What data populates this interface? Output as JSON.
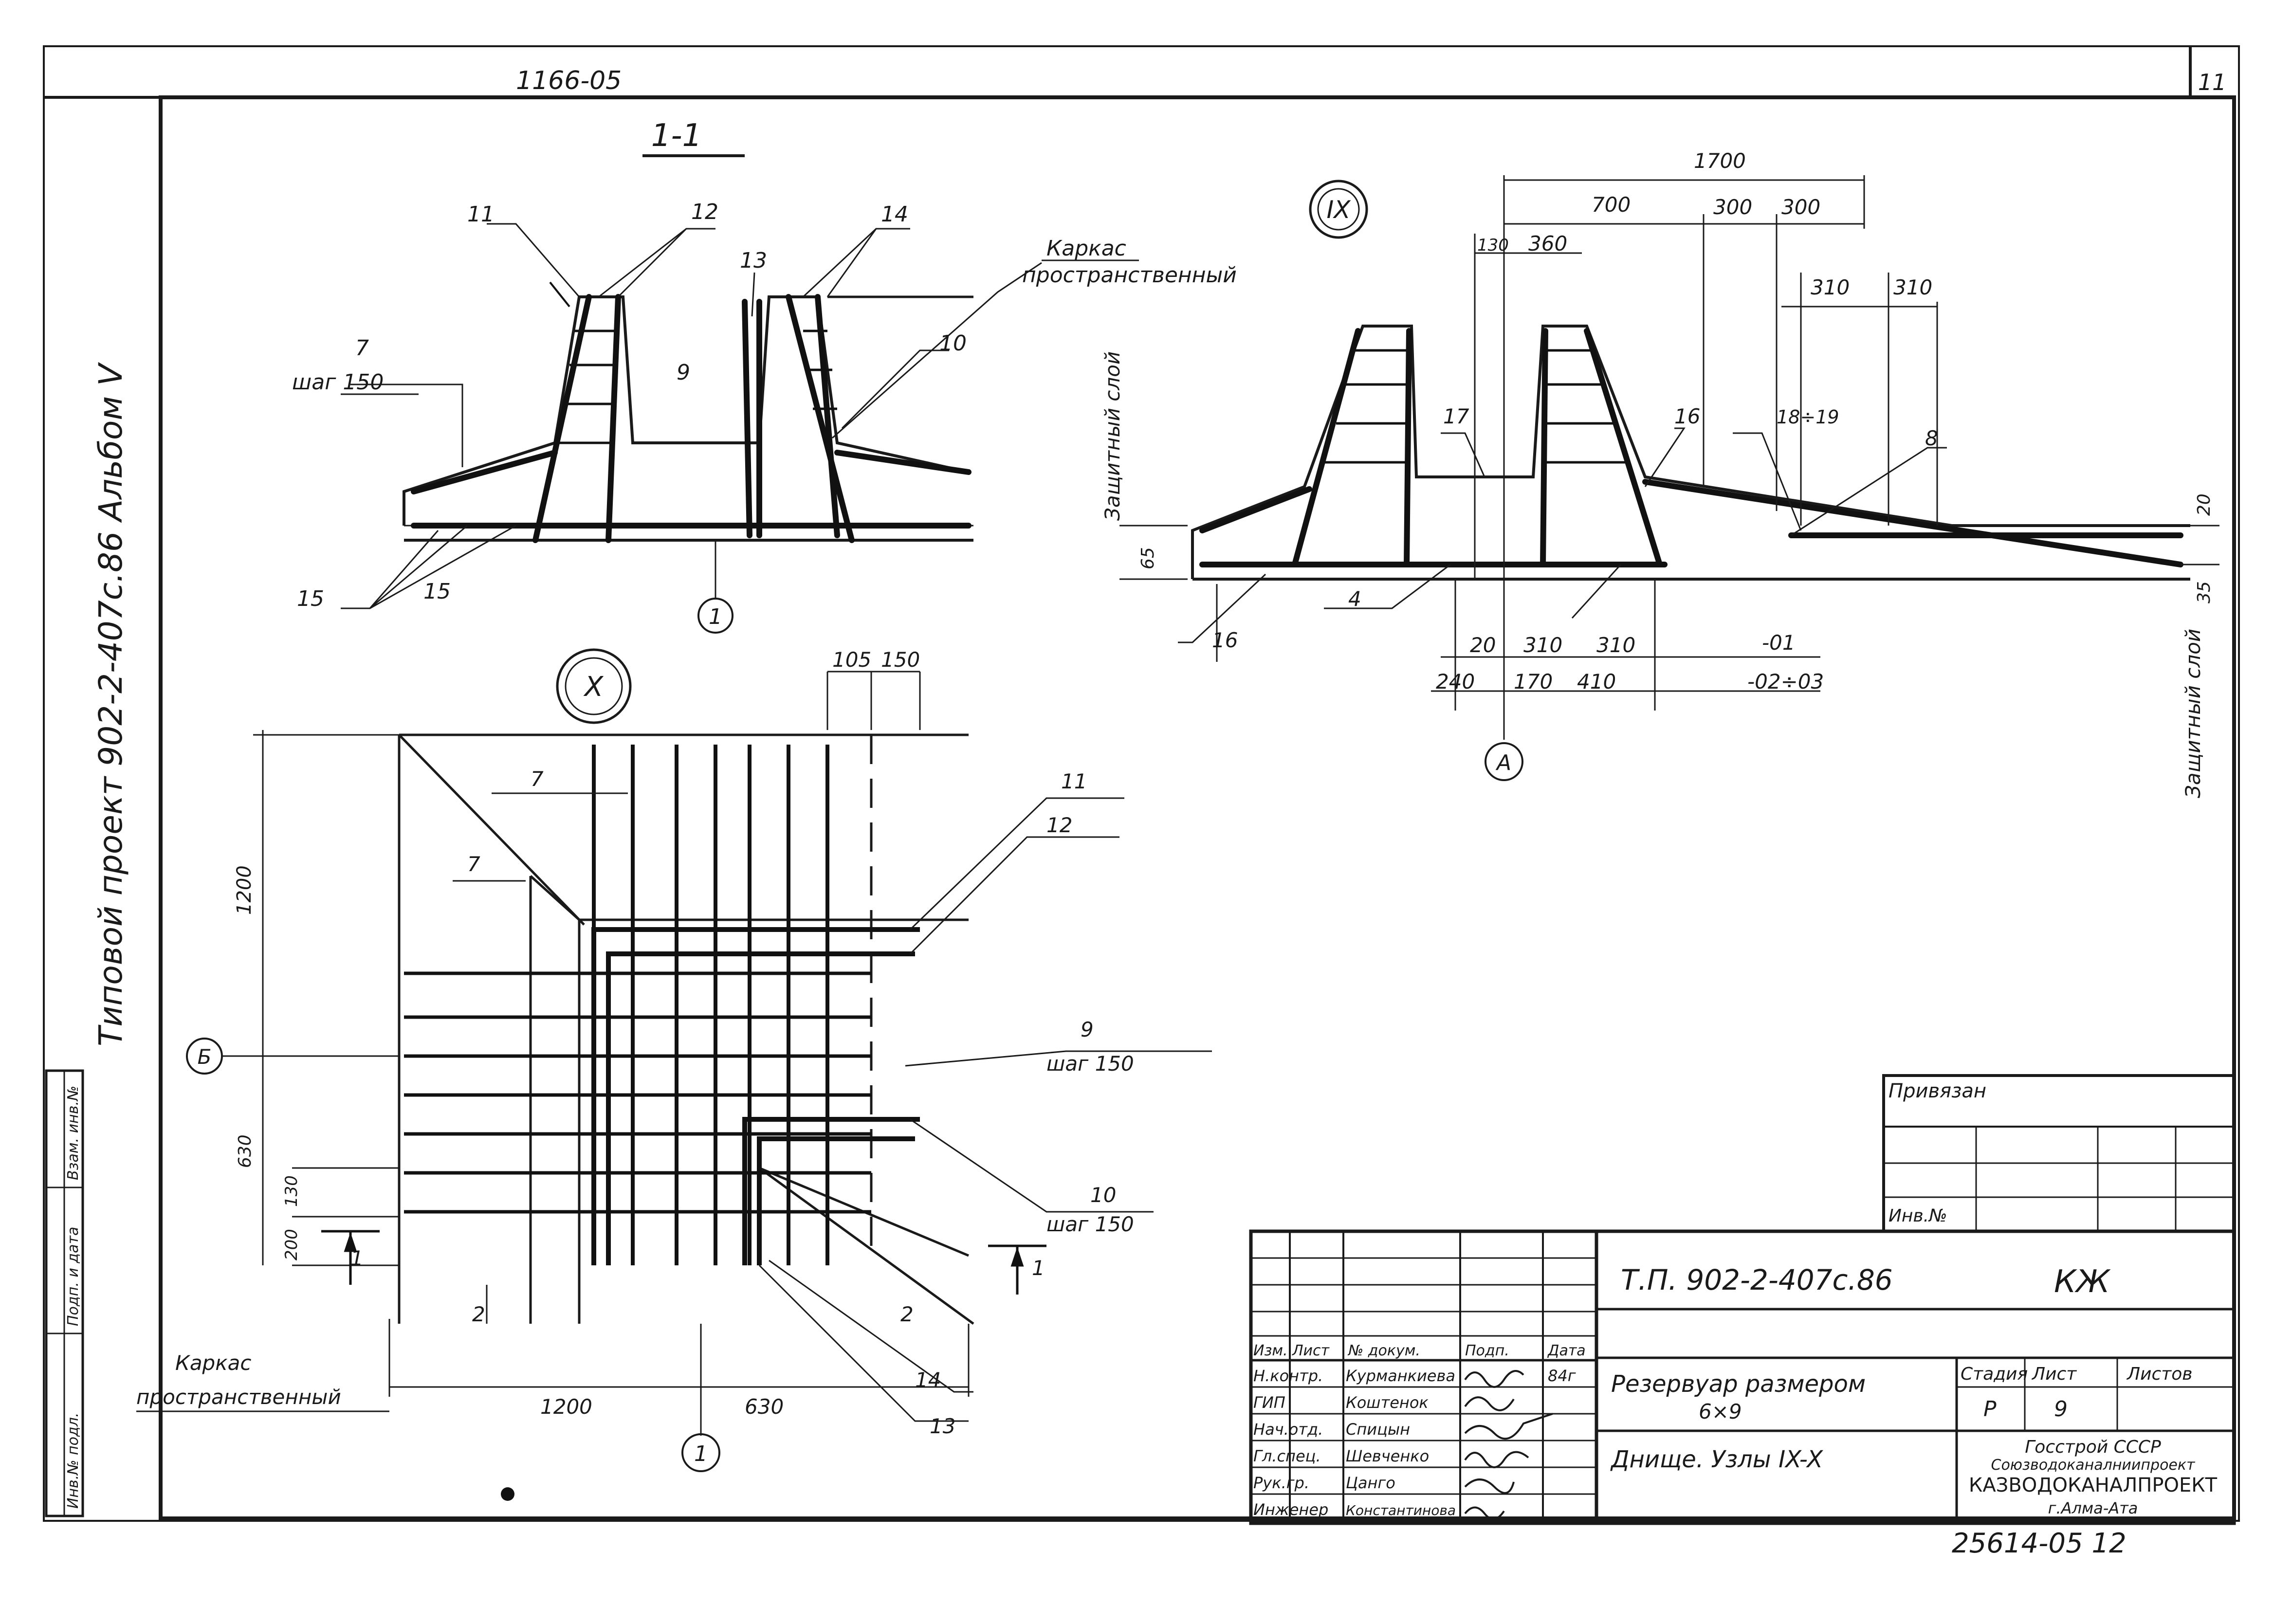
{
  "header": {
    "top_code": "1166-05",
    "sheet_box": "11",
    "side_title": "Типовой проект  902-2-407с.86  Альбом V",
    "bottom_number": "25614-05 12"
  },
  "section_1_1": {
    "title": "1-1",
    "labels": {
      "p11": "11",
      "p12": "12",
      "p13": "13",
      "p14": "14",
      "p9": "9",
      "p10": "10",
      "p7": "7",
      "step": "шаг 150",
      "p15a": "15",
      "p15b": "15",
      "karkas_1": "Каркас",
      "karkas_2": "пространственный",
      "axis": "1"
    }
  },
  "node_IX": {
    "mark": "IX",
    "dims_top": {
      "d1700": "1700",
      "d700": "700",
      "d300a": "300",
      "d300b": "300",
      "d130": "130",
      "d360": "360",
      "d310a": "310",
      "d310b": "310"
    },
    "labels": {
      "p17": "17",
      "p16": "16",
      "p18_19": "18÷19",
      "p8": "8",
      "p4": "4",
      "p16b": "16",
      "d65": "65",
      "d20r": "20",
      "d35": "35",
      "prot_left": "Защитный слой",
      "prot_right": "Защитный слой"
    },
    "dims_bottom": {
      "d20": "20",
      "d310a": "310",
      "d310b": "310",
      "m01": "-01",
      "d240": "240",
      "d170": "170",
      "d410": "410",
      "m02": "-02÷03"
    },
    "axis": "A"
  },
  "node_X": {
    "mark": "X",
    "labels": {
      "d105": "105",
      "d150": "150",
      "p7a": "7",
      "p7b": "7",
      "p11": "11",
      "p12": "12",
      "p9": "9",
      "step9": "шаг 150",
      "p10": "10",
      "step10": "шаг 150",
      "p14": "14",
      "p13": "13",
      "d1200v": "1200",
      "d630v": "630",
      "d130": "130",
      "d200": "200",
      "d1200h": "1200",
      "d630h": "630",
      "axisB": "Б",
      "axis1": "1",
      "cut1": "1",
      "cut2": "1",
      "karkas_1": "Каркас",
      "karkas_2": "пространственный",
      "two1": "2",
      "two2": "2"
    }
  },
  "left_strip": {
    "c1": "Инв.№ подл.",
    "c2": "Подп. и дата",
    "c3": "Взам. инв.№"
  },
  "binding_block": {
    "title": "Привязан",
    "inv": "Инв.№"
  },
  "title_block": {
    "project_code": "Т.П. 902-2-407с.86",
    "kind": "КЖ",
    "col_headers": [
      "Изм.",
      "Лист",
      "№ докум.",
      "Подп.",
      "Дата"
    ],
    "date_val": "84г",
    "staff": [
      {
        "role": "Н.контр.",
        "name": "Курманкиева"
      },
      {
        "role": "ГИП",
        "name": "Коштенок"
      },
      {
        "role": "Нач.отд.",
        "name": "Спицын"
      },
      {
        "role": "Гл.спец.",
        "name": "Шевченко"
      },
      {
        "role": "Рук.гр.",
        "name": "Цанго"
      },
      {
        "role": "Инженер",
        "name": "Константинова"
      }
    ],
    "desc_1": "Резервуар размером",
    "desc_2": "6×9",
    "desc_3": "Днище. Узлы IX-X",
    "stage_h": "Стадия",
    "sheet_h": "Лист",
    "sheets_h": "Листов",
    "stage": "Р",
    "sheet": "9",
    "sheets": "",
    "org_1": "Госстрой СССР",
    "org_2": "Союзводоканалниипроект",
    "org_3": "КАЗВОДОКАНАЛПРОЕКТ",
    "org_4": "г.Алма-Ата"
  }
}
